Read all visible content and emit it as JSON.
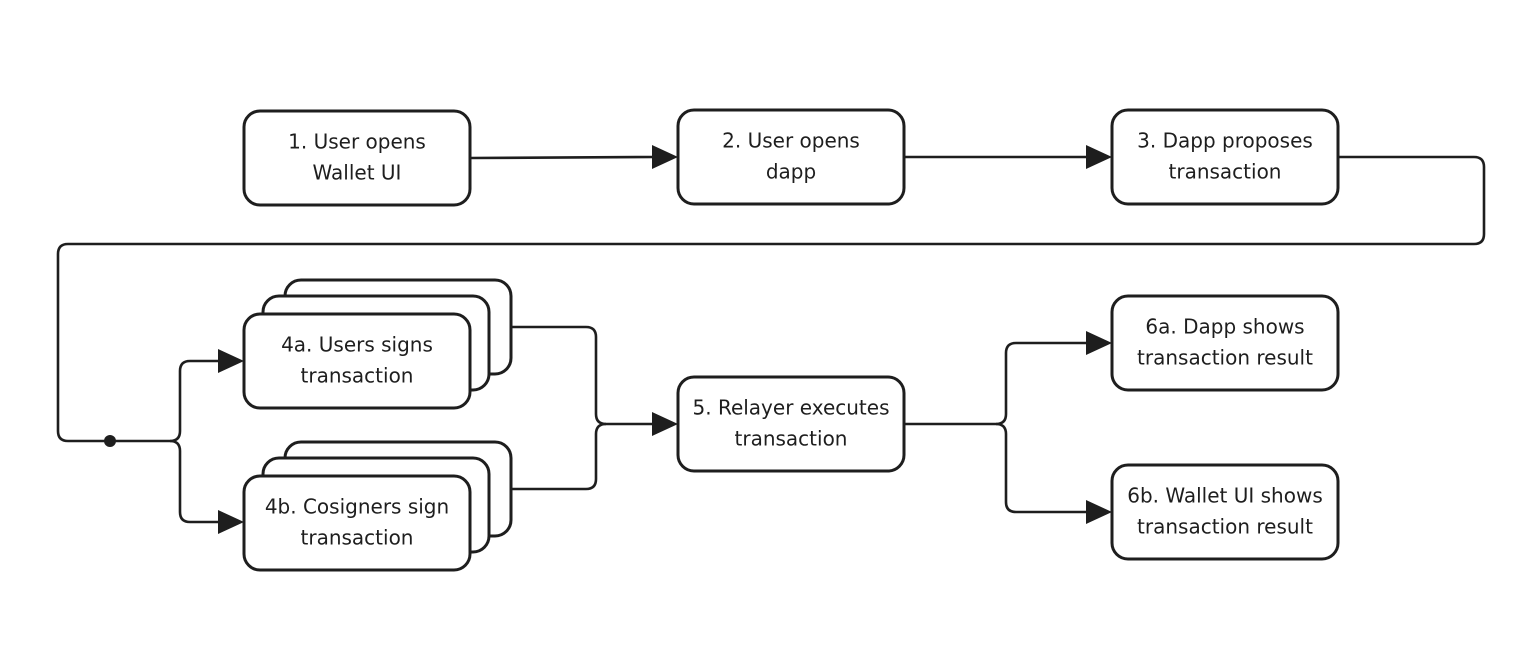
{
  "diagram": {
    "nodes": {
      "n1": {
        "line1": "1. User opens",
        "line2": "Wallet UI"
      },
      "n2": {
        "line1": "2. User opens",
        "line2": "dapp"
      },
      "n3": {
        "line1": "3. Dapp proposes",
        "line2": "transaction"
      },
      "n4a": {
        "line1": "4a. Users signs",
        "line2": "transaction"
      },
      "n4b": {
        "line1": "4b. Cosigners sign",
        "line2": "transaction"
      },
      "n5": {
        "line1": "5. Relayer executes",
        "line2": "transaction"
      },
      "n6a": {
        "line1": "6a. Dapp shows",
        "line2": "transaction result"
      },
      "n6b": {
        "line1": "6b. Wallet UI shows",
        "line2": "transaction result"
      }
    },
    "colors": {
      "stroke": "#1e1e1e",
      "fill": "#ffffff",
      "background": "#ffffff"
    }
  }
}
